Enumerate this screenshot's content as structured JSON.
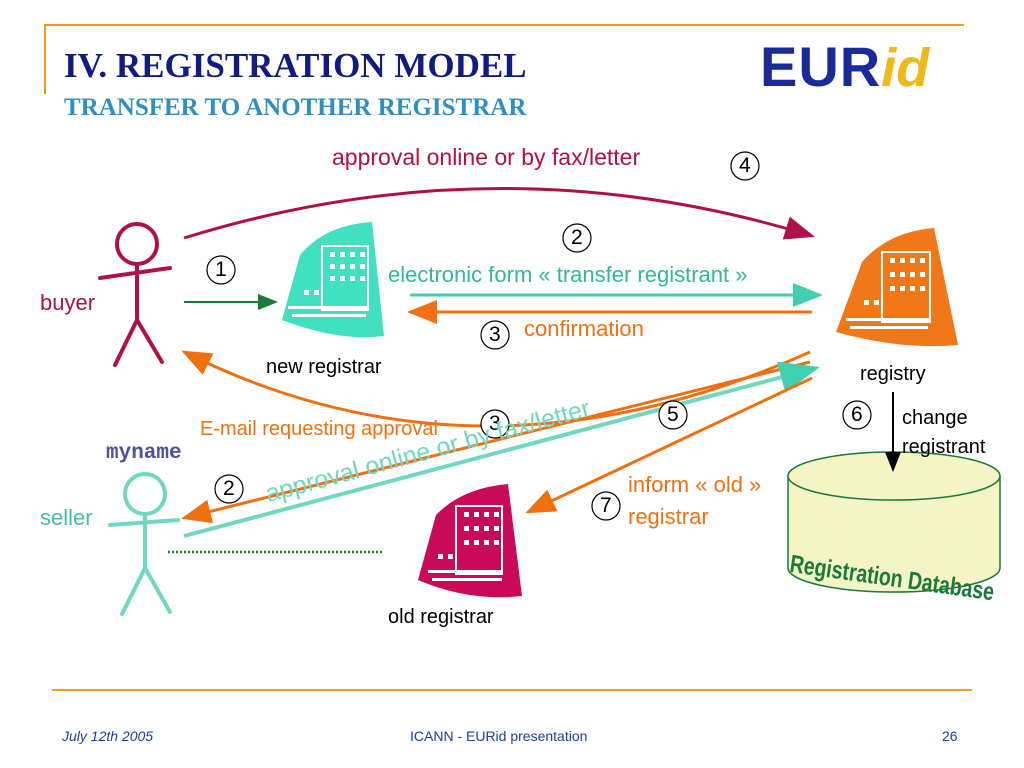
{
  "slide": {
    "title": "IV. REGISTRATION MODEL",
    "subtitle": "TRANSFER TO ANOTHER REGISTRAR",
    "logo": {
      "main": "EUR",
      "accent": "id"
    }
  },
  "actors": {
    "buyer": "buyer",
    "seller": "seller",
    "seller_tag": "myname"
  },
  "nodes": {
    "new_registrar": "new registrar",
    "registry": "registry",
    "old_registrar": "old registrar",
    "database": "Registration Database"
  },
  "steps": [
    {
      "number": "1",
      "label": ""
    },
    {
      "number": "2",
      "label": "electronic form « transfer registrant »"
    },
    {
      "number": "3",
      "label": "confirmation"
    },
    {
      "number": "4",
      "label": "approval online or by fax/letter"
    },
    {
      "number": "3",
      "label": "E-mail requesting approval"
    },
    {
      "number": "2",
      "label": "approval online or by fax/letter"
    },
    {
      "number": "5",
      "label": ""
    },
    {
      "number": "6",
      "label": "change registrant"
    },
    {
      "number": "7",
      "label": "inform « old » registrar"
    }
  ],
  "footer": {
    "date": "July 12th 2005",
    "center": "ICANN  - EURid  presentation",
    "page": "26"
  },
  "colors": {
    "title": "#101c80",
    "subtitle": "#2e8fc0",
    "crimson": "#b0104a",
    "teal": "#40d0b0",
    "orange": "#f07010",
    "magenta": "#c80a58",
    "green": "#1a7a3a",
    "db_fill": "#f4f4c4",
    "db_text": "#1a7a3a"
  }
}
